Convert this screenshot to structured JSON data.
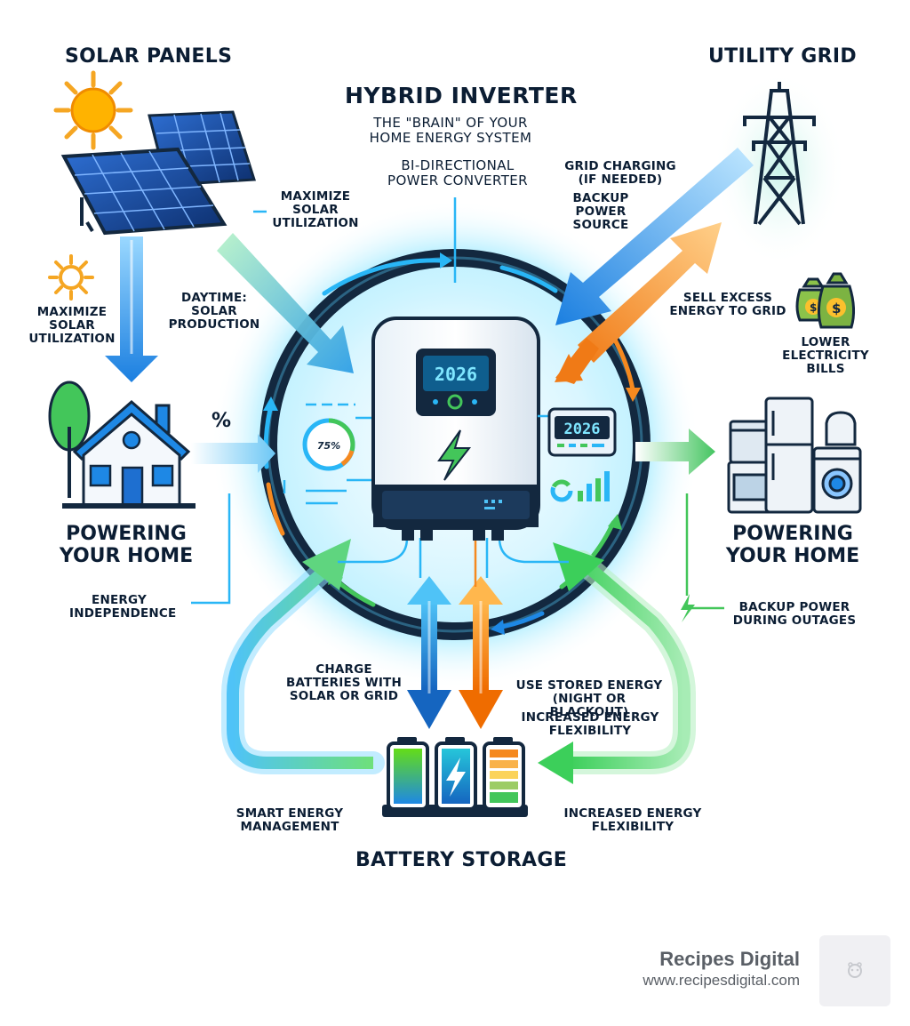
{
  "title": "HYBRID INVERTER",
  "subtitle": "THE \"BRAIN\" OF YOUR\nHOME ENERGY SYSTEM",
  "converter": "BI-DIRECTIONAL\nPOWER CONVERTER",
  "solar_panels": "SOLAR PANELS",
  "utility_grid": "UTILITY GRID",
  "battery_storage": "BATTERY STORAGE",
  "powering_left": "POWERING\nYOUR HOME",
  "powering_right": "POWERING\nYOUR HOME",
  "maximize_top": "MAXIMIZE\nSOLAR\nUTILIZATION",
  "maximize_left": "MAXIMIZE\nSOLAR\nUTILIZATION",
  "daytime": "DAYTIME:\nSOLAR\nPRODUCTION",
  "grid_charging": "GRID CHARGING\n(IF NEEDED)",
  "backup_source": "BACKUP\nPOWER\nSOURCE",
  "sell_excess": "SELL EXCESS\nENERGY TO GRID",
  "lower_bills": "LOWER\nELECTRICITY\nBILLS",
  "percent": "%",
  "energy_independence": "ENERGY\nINDEPENDENCE",
  "backup_outages": "BACKUP POWER\nDURING OUTAGES",
  "charge_batteries": "CHARGE\nBATTERIES WITH\nSOLAR OR GRID",
  "use_stored": "USE STORED ENERGY\n(NIGHT OR BLACKOUT)",
  "flex_center": "INCREASED ENERGY\nFLEXIBILITY",
  "flex_bottom": "INCREASED ENERGY\nFLEXIBILITY",
  "smart_mgmt": "SMART ENERGY\nMANAGEMENT",
  "display_year": "2026",
  "side_display_year": "2026",
  "gauge_text": "75%",
  "watermark_title": "Recipes Digital",
  "watermark_url": "www.recipesdigital.com",
  "colors": {
    "navy": "#0b1d33",
    "blue": "#1e88e5",
    "cyan": "#29b6f6",
    "green": "#43c65a",
    "orange": "#f5891f",
    "glow": "#bfefff"
  },
  "icons": [
    "sun-icon",
    "solar-panel-icon",
    "transmission-tower-icon",
    "house-icon",
    "tree-icon",
    "money-bag-icon",
    "appliances-icon",
    "battery-icon",
    "lightning-icon",
    "inverter-icon"
  ]
}
